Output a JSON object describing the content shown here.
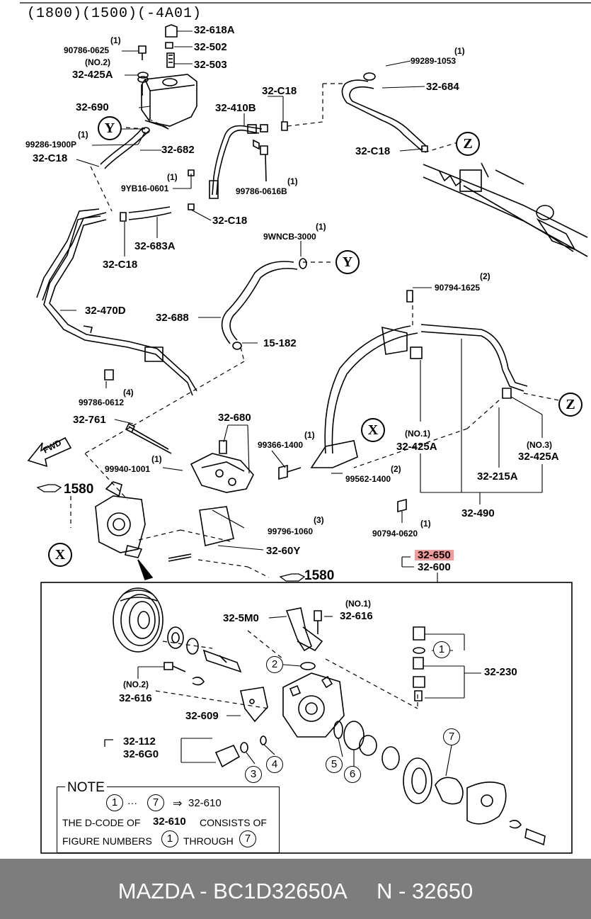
{
  "header": "(1800)(1500)(-4A01)",
  "labels": {
    "p32_618A": "32-618A",
    "p32_502": "32-502",
    "p32_503": "32-503",
    "p90786_0625": "90786-0625",
    "q1a": "(1)",
    "no2a": "(NO.2)",
    "p32_425A_top": "32-425A",
    "p32_690": "32-690",
    "q1b": "(1)",
    "p99286": "99286-1900P",
    "p32_C18_a": "32-C18",
    "p32_682": "32-682",
    "p32_410B": "32-410B",
    "p32_C18_b": "32-C18",
    "q1c": "(1)",
    "p99289": "99289-1053",
    "p32_684": "32-684",
    "p32_C18_c": "32-C18",
    "q1d": "(1)",
    "p9YB16": "9YB16-0601",
    "q1e": "(1)",
    "p99786_0616": "99786-0616B",
    "p32_C18_d": "32-C18",
    "p32_683A": "32-683A",
    "p32_C18_e": "32-C18",
    "q1f": "(1)",
    "p9WNCB": "9WNCB-3000",
    "p32_470D": "32-470D",
    "p32_688": "32-688",
    "p15_182": "15-182",
    "q2a": "(2)",
    "p90794_1625": "90794-1625",
    "q4a": "(4)",
    "p99786_0612": "99786-0612",
    "p32_761": "32-761",
    "p32_680": "32-680",
    "q1g": "(1)",
    "p99366": "99366-1400",
    "no1a": "(NO.1)",
    "p32_425A_no1": "32-425A",
    "no3": "(NO.3)",
    "p32_425A_no3": "32-425A",
    "q1h": "(1)",
    "p99940": "99940-1001",
    "q2b": "(2)",
    "p99562": "99562-1400",
    "p32_215A": "32-215A",
    "p1580_a": "1580",
    "p32_490": "32-490",
    "q3a": "(3)",
    "p99796": "99796-1060",
    "q1i": "(1)",
    "p90794_0620": "90794-0620",
    "p32_60Y": "32-60Y",
    "p32_650": "32-650",
    "p32_600": "32-600",
    "p1580_b": "1580",
    "p32_5M0": "32-5M0",
    "no1b": "(NO.1)",
    "p32_616_a": "32-616",
    "p32_230": "32-230",
    "no2b": "(NO.2)",
    "p32_616_b": "32-616",
    "p32_609": "32-609",
    "p32_112": "32-112",
    "p32_6G0": "32-6G0",
    "fwd": "FWD"
  },
  "callouts": {
    "X": "X",
    "Y": "Y",
    "Z": "Z"
  },
  "numbers": [
    "1",
    "2",
    "3",
    "4",
    "5",
    "6",
    "7"
  ],
  "note": {
    "title": "NOTE",
    "line1_n1": "1",
    "line1_dots": "···",
    "line1_n7": "7",
    "line1_arrow": "⇒",
    "line1_code": "32-610",
    "line2_a": "THE D-CODE OF",
    "line2_code": "32-610",
    "line2_b": "CONSISTS OF",
    "line3_a": "FIGURE NUMBERS",
    "line3_n1": "1",
    "line3_b": "THROUGH",
    "line3_n7": "7"
  },
  "footer": "MAZDA - BC1D32650A     N - 32650"
}
